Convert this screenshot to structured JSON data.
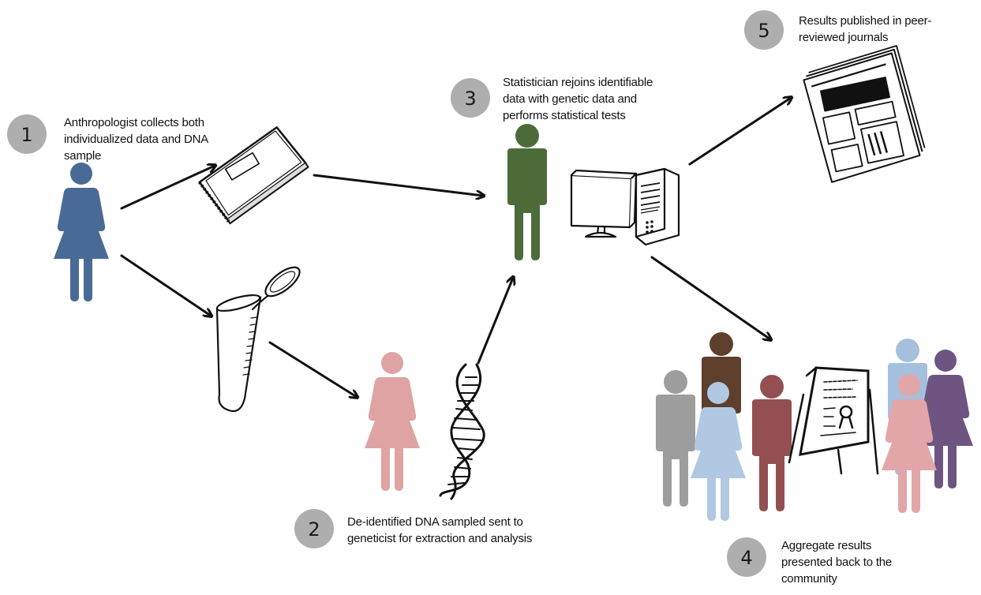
{
  "steps": [
    {
      "number": "1",
      "lines": [
        "Anthropologist collects both",
        "individualized data and DNA",
        "sample"
      ]
    },
    {
      "number": "2",
      "lines": [
        "De-identified DNA sampled sent to",
        "geneticist for extraction and analysis"
      ]
    },
    {
      "number": "3",
      "lines": [
        "Statistician rejoins identifiable",
        "data with genetic data and",
        "performs statistical tests"
      ]
    },
    {
      "number": "4",
      "lines": [
        "Aggregate results",
        "presented back to the",
        "community"
      ]
    },
    {
      "number": "5",
      "lines": [
        "Results published in peer-",
        "reviewed journals"
      ]
    }
  ],
  "colors": {
    "anthropologist": "#4a6a96",
    "geneticist": "#dfa3a3",
    "statistician": "#4c6b39",
    "circle": "#a5a5a5",
    "community": [
      "#9d9d9d",
      "#5d3f2c",
      "#a4c0dc",
      "#934f52",
      "#b0c8e2",
      "#e2a6a8",
      "#6e5581"
    ]
  },
  "icons": [
    "person-icon",
    "notebook-icon",
    "test-tube-icon",
    "dna-icon",
    "computer-icon",
    "newspaper-icon",
    "poster-icon"
  ]
}
